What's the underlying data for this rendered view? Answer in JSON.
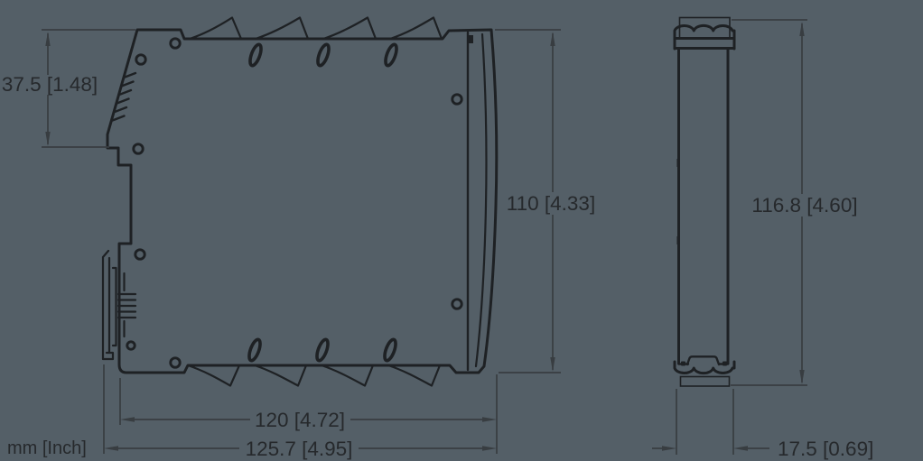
{
  "drawing": {
    "type": "technical-dimension-drawing",
    "units_note": "mm [Inch]",
    "colors": {
      "background": "#545f67",
      "outline": "#1e2124",
      "dimension": "#383d41",
      "text": "#26292c"
    }
  },
  "labels": {
    "units": "mm [Inch]",
    "side_view": {
      "upper_section_height": "37.5 [1.48]",
      "height": "110 [4.33]",
      "width": "120 [4.72]",
      "overall_width": "125.7 [4.95]"
    },
    "front_view": {
      "overall_height": "116.8 [4.60]",
      "depth": "17.5 [0.69]"
    }
  },
  "values": {
    "upper_section_height_mm": 37.5,
    "upper_section_height_in": 1.48,
    "height_mm": 110,
    "height_in": 4.33,
    "width_mm": 120,
    "width_in": 4.72,
    "overall_width_mm": 125.7,
    "overall_width_in": 4.95,
    "front_overall_height_mm": 116.8,
    "front_overall_height_in": 4.6,
    "depth_mm": 17.5,
    "depth_in": 0.69
  }
}
